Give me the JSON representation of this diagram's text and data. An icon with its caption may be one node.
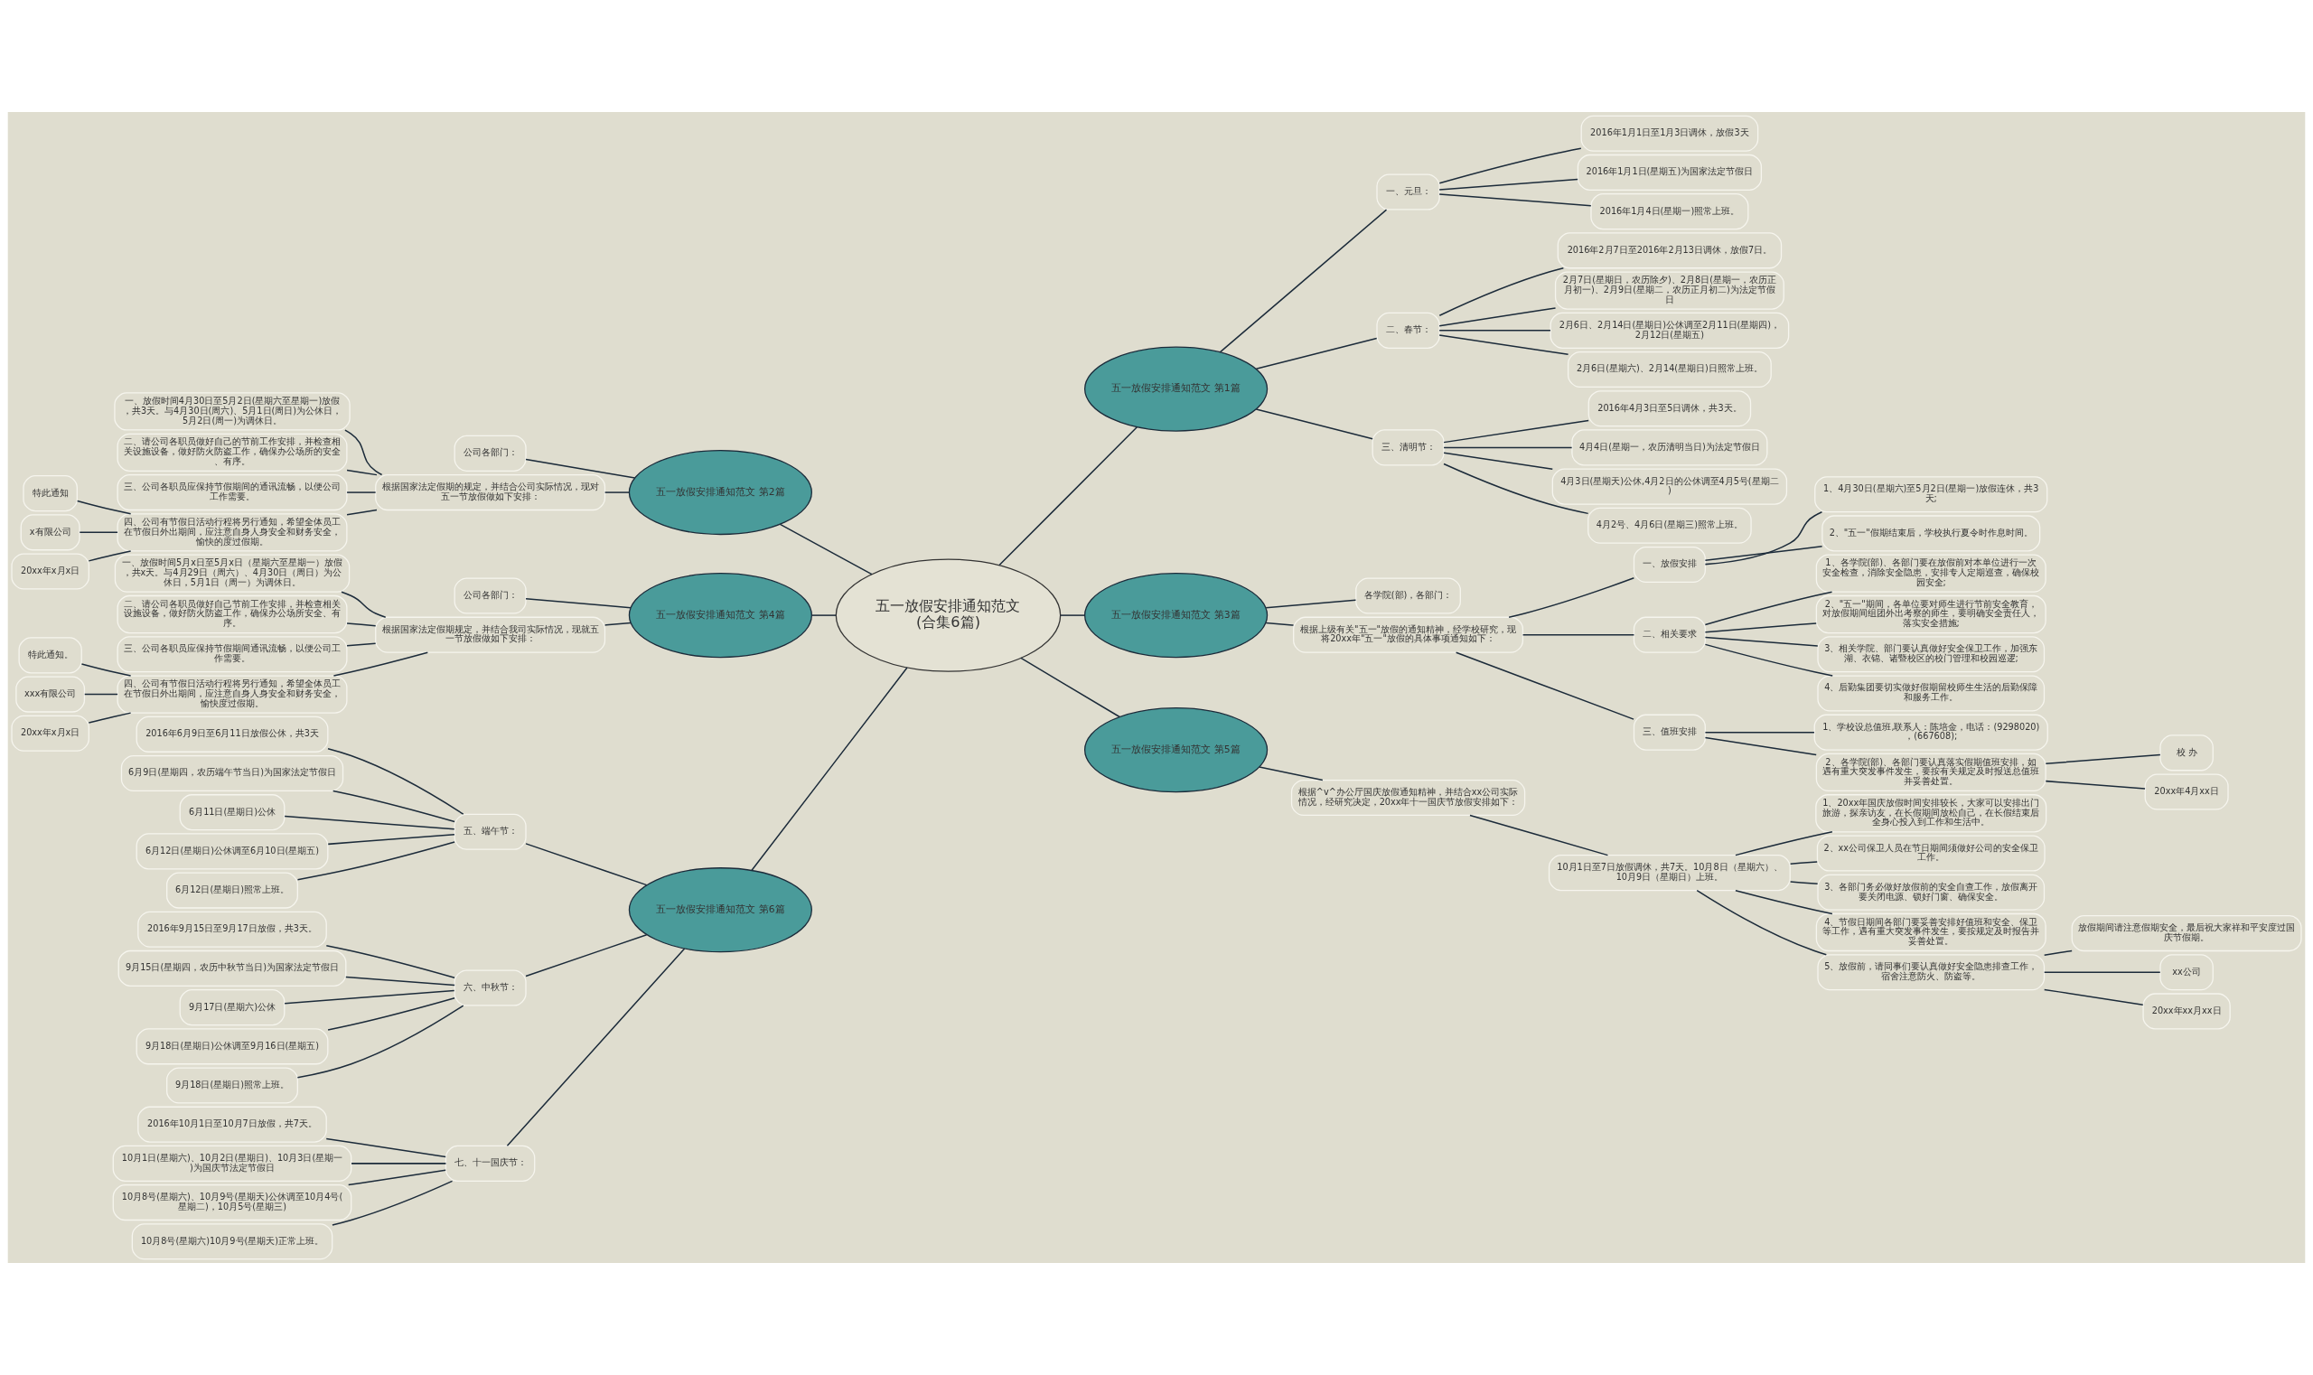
{
  "diagram": {
    "nodes": [
      {
        "text": [
          "五一放假安排通知范文(合集6篇)"
        ]
      },
      {
        "text": [
          "五一放假安排通知范文 第1篇"
        ]
      },
      {
        "text": [
          "一、元旦："
        ]
      },
      {
        "text": [
          "2016年1月1日至1月3日调休，放假3天"
        ]
      },
      {
        "text": [
          "2016年1月1日(星期五)为国家法定节假日"
        ]
      },
      {
        "text": [
          "2016年1月4日(星期一)照常上班。"
        ]
      },
      {
        "text": [
          "二、春节："
        ]
      },
      {
        "text": [
          "2016年2月7日至2016年2月13日调休，放假7日。"
        ]
      },
      {
        "text": [
          "2月7日(星期日，农历除夕)、2月8日(星期一，农历正月初一)、2月9日(星期二，农历正月初二)为法定节假日"
        ]
      },
      {
        "text": [
          "2月6日、2月14日(星期日)公休调至2月11日(星期四)，2月12日(星期五)"
        ]
      },
      {
        "text": [
          "2月6日(星期六)、2月14(星期日)日照常上班。"
        ]
      },
      {
        "text": [
          "三、清明节："
        ]
      },
      {
        "text": [
          "2016年4月3日至5日调休，共3天。"
        ]
      },
      {
        "text": [
          "4月4日(星期一，农历清明当日)为法定节假日"
        ]
      },
      {
        "text": [
          "4月3日(星期天)公休,4月2日的公休调至4月5号(星期二)"
        ]
      },
      {
        "text": [
          "4月2号、4月6日(星期三)照常上班。"
        ]
      },
      {
        "text": [
          "五一放假安排通知范文 第2篇"
        ]
      },
      {
        "text": [
          "公司各部门："
        ]
      },
      {
        "text": [
          "根据国家法定假期的规定，并结合公司实际情况，现对五一节放假做如下安排："
        ]
      },
      {
        "text": [
          "一、放假时间4月30日至5月2日(星期六至星期一)放假，共3天。与4月30日(周六)、5月1日(周日)为公休日，5月2日(周一)为调休日。"
        ]
      },
      {
        "text": [
          "二、请公司各职员做好自己的节前工作安排，并检查相关设施设备，做好防火防盗工作，确保办公场所的安全、有序。"
        ]
      },
      {
        "text": [
          "三、公司各职员应保持节假期间的通讯流畅，以便公司工作需要。"
        ]
      },
      {
        "text": [
          "四、公司有节假日活动行程将另行通知，希望全体员工在节假日外出期间，应注意自身人身安全和财务安全，愉快的度过假期。"
        ]
      },
      {
        "text": [
          "特此通知"
        ]
      },
      {
        "text": [
          "x有限公司"
        ]
      },
      {
        "text": [
          "20xx年x月x日"
        ]
      },
      {
        "text": [
          "五一放假安排通知范文 第3篇"
        ]
      },
      {
        "text": [
          "各学院(部)，各部门："
        ]
      },
      {
        "text": [
          "根据上级有关\"五一\"放假的通知精神，经学校研究，现将20xx年\"五一\"放假的具体事项通知如下："
        ]
      },
      {
        "text": [
          "一、放假安排"
        ]
      },
      {
        "text": [
          "1、4月30日(星期六)至5月2日(星期一)放假连休，共3天;"
        ]
      },
      {
        "text": [
          "2、\"五一\"假期结束后，学校执行夏令时作息时间。"
        ]
      },
      {
        "text": [
          "二、相关要求"
        ]
      },
      {
        "text": [
          "1、各学院(部)、各部门要在放假前对本单位进行一次安全检查，消除安全隐患，安排专人定期巡查，确保校园安全;"
        ]
      },
      {
        "text": [
          "2、\"五一\"期间，各单位要对师生进行节前安全教育，对放假期间组团外出考察的师生，要明确安全责任人，落实安全措施;"
        ]
      },
      {
        "text": [
          "3、相关学院、部门要认真做好安全保卫工作，加强东湖、衣锦、诸暨校区的校门管理和校园巡逻;"
        ]
      },
      {
        "text": [
          "4、后勤集团要切实做好假期留校师生生活的后勤保障和服务工作。"
        ]
      },
      {
        "text": [
          "三、值班安排"
        ]
      },
      {
        "text": [
          "1、学校设总值班,联系人：陈培金，电话：(9298020)，(667608);"
        ]
      },
      {
        "text": [
          "2、各学院(部)、各部门要认真落实假期值班安排，如遇有重大突发事件发生，要按有关规定及时报送总值班并妥善处置。"
        ]
      },
      {
        "text": [
          "校 办"
        ]
      },
      {
        "text": [
          "20xx年4月xx日"
        ]
      },
      {
        "text": [
          "五一放假安排通知范文 第4篇"
        ]
      },
      {
        "text": [
          "公司各部门："
        ]
      },
      {
        "text": [
          "根据国家法定假期规定，并结合我司实际情况，现就五一节放假做如下安排："
        ]
      },
      {
        "text": [
          "一、放假时间5月x日至5月x日（星期六至星期一）放假，共x天。与4月29日（周六）、4月30日（周日）为公休日，5月1日（周一）为调休日。"
        ]
      },
      {
        "text": [
          "二、请公司各职员做好自己节前工作安排，并检查相关设施设备，做好防火防盗工作，确保办公场所安全、有序。"
        ]
      },
      {
        "text": [
          "三、公司各职员应保持节假期间通讯流畅，以便公司工作需要。"
        ]
      },
      {
        "text": [
          "四、公司有节假日活动行程将另行通知，希望全体员工在节假日外出期间，应注意自身人身安全和财务安全，愉快度过假期。"
        ]
      },
      {
        "text": [
          "特此通知。"
        ]
      },
      {
        "text": [
          "xxx有限公司"
        ]
      },
      {
        "text": [
          "20xx年x月x日"
        ]
      },
      {
        "text": [
          "五一放假安排通知范文 第5篇"
        ]
      },
      {
        "text": [
          "根据^v^办公厅国庆放假通知精神，并结合xx公司实际情况，经研究决定，20xx年十一国庆节放假安排如下："
        ]
      },
      {
        "text": [
          "10月1日至7日放假调休，共7天。10月8日（星期六）、10月9日（星期日）上班。"
        ]
      },
      {
        "text": [
          "1、20xx年国庆放假时间安排较长，大家可以安排出门旅游，探亲访友，在长假期间放松自己，在长假结束后全身心投入到工作和生活中。"
        ]
      },
      {
        "text": [
          "2、xx公司保卫人员在节日期间须做好公司的安全保卫工作。"
        ]
      },
      {
        "text": [
          "3、各部门务必做好放假前的安全自查工作，放假离开要关闭电源、锁好门窗、确保安全。"
        ]
      },
      {
        "text": [
          "4、节假日期间各部门要妥善安排好值班和安全、保卫等工作，遇有重大突发事件发生，要按规定及时报告并妥善处置。"
        ]
      },
      {
        "text": [
          "5、放假前，请同事们要认真做好安全隐患排查工作，宿舍注意防火、防盗等。"
        ]
      },
      {
        "text": [
          "放假期间请注意假期安全，最后祝大家祥和平安度过国庆节假期。"
        ]
      },
      {
        "text": [
          "xx公司"
        ]
      },
      {
        "text": [
          "20xx年xx月xx日"
        ]
      },
      {
        "text": [
          "五一放假安排通知范文 第6篇"
        ]
      },
      {
        "text": [
          "五、端午节："
        ]
      },
      {
        "text": [
          "2016年6月9日至6月11日放假公休，共3天"
        ]
      },
      {
        "text": [
          "6月9日(星期四，农历端午节当日)为国家法定节假日"
        ]
      },
      {
        "text": [
          "6月11日(星期日)公休"
        ]
      },
      {
        "text": [
          "6月12日(星期日)公休调至6月10日(星期五)"
        ]
      },
      {
        "text": [
          "6月12日(星期日)照常上班。"
        ]
      },
      {
        "text": [
          "六、中秋节："
        ]
      },
      {
        "text": [
          "2016年9月15日至9月17日放假，共3天。"
        ]
      },
      {
        "text": [
          "9月15日(星期四，农历中秋节当日)为国家法定节假日"
        ]
      },
      {
        "text": [
          "9月17日(星期六)公休"
        ]
      },
      {
        "text": [
          "9月18日(星期日)公休调至9月16日(星期五)"
        ]
      },
      {
        "text": [
          "9月18日(星期日)照常上班。"
        ]
      },
      {
        "text": [
          "七、十一国庆节："
        ]
      },
      {
        "text": [
          "2016年10月1日至10月7日放假，共7天。"
        ]
      },
      {
        "text": [
          "10月1日(星期六)、10月2日(星期日)、10月3日(星期一)为国庆节法定节假日"
        ]
      },
      {
        "text": [
          "10月8号(星期六)、10月9号(星期天)公休调至10月4号(星期二)，10月5号(星期三)"
        ]
      },
      {
        "text": [
          "10月8号(星期六)10月9号(星期天)正常上班。"
        ]
      }
    ],
    "edges": [
      {
        "from": 0,
        "to": 1,
        "arrow": "none"
      },
      {
        "from": 1,
        "to": 2,
        "arrow": "none"
      },
      {
        "from": 2,
        "to": 3,
        "arrow": "none"
      },
      {
        "from": 2,
        "to": 4,
        "arrow": "none"
      },
      {
        "from": 2,
        "to": 5,
        "arrow": "none"
      },
      {
        "from": 1,
        "to": 6,
        "arrow": "none"
      },
      {
        "from": 6,
        "to": 7,
        "arrow": "none"
      },
      {
        "from": 6,
        "to": 8,
        "arrow": "none"
      },
      {
        "from": 6,
        "to": 9,
        "arrow": "none"
      },
      {
        "from": 6,
        "to": 10,
        "arrow": "none"
      },
      {
        "from": 1,
        "to": 11,
        "arrow": "none"
      },
      {
        "from": 11,
        "to": 12,
        "arrow": "none"
      },
      {
        "from": 11,
        "to": 13,
        "arrow": "none"
      },
      {
        "from": 11,
        "to": 14,
        "arrow": "none"
      },
      {
        "from": 11,
        "to": 15,
        "arrow": "none"
      },
      {
        "from": 0,
        "to": 16,
        "arrow": "none"
      },
      {
        "from": 16,
        "to": 17,
        "arrow": "none"
      },
      {
        "from": 16,
        "to": 18,
        "arrow": "none"
      },
      {
        "from": 18,
        "to": 19,
        "arrow": "none"
      },
      {
        "from": 18,
        "to": 20,
        "arrow": "none"
      },
      {
        "from": 18,
        "to": 21,
        "arrow": "none"
      },
      {
        "from": 18,
        "to": 22,
        "arrow": "none"
      },
      {
        "from": 22,
        "to": 23,
        "arrow": "none"
      },
      {
        "from": 22,
        "to": 24,
        "arrow": "none"
      },
      {
        "from": 22,
        "to": 25,
        "arrow": "none"
      },
      {
        "from": 0,
        "to": 26,
        "arrow": "none"
      },
      {
        "from": 26,
        "to": 27,
        "arrow": "none"
      },
      {
        "from": 26,
        "to": 28,
        "arrow": "none"
      },
      {
        "from": 28,
        "to": 29,
        "arrow": "none"
      },
      {
        "from": 29,
        "to": 30,
        "arrow": "none"
      },
      {
        "from": 29,
        "to": 31,
        "arrow": "none"
      },
      {
        "from": 28,
        "to": 32,
        "arrow": "none"
      },
      {
        "from": 32,
        "to": 33,
        "arrow": "none"
      },
      {
        "from": 32,
        "to": 34,
        "arrow": "none"
      },
      {
        "from": 32,
        "to": 35,
        "arrow": "none"
      },
      {
        "from": 32,
        "to": 36,
        "arrow": "none"
      },
      {
        "from": 28,
        "to": 37,
        "arrow": "none"
      },
      {
        "from": 37,
        "to": 38,
        "arrow": "none"
      },
      {
        "from": 37,
        "to": 39,
        "arrow": "none"
      },
      {
        "from": 39,
        "to": 40,
        "arrow": "none"
      },
      {
        "from": 39,
        "to": 41,
        "arrow": "none"
      },
      {
        "from": 0,
        "to": 42,
        "arrow": "none"
      },
      {
        "from": 42,
        "to": 43,
        "arrow": "none"
      },
      {
        "from": 42,
        "to": 44,
        "arrow": "none"
      },
      {
        "from": 44,
        "to": 45,
        "arrow": "none"
      },
      {
        "from": 44,
        "to": 46,
        "arrow": "none"
      },
      {
        "from": 44,
        "to": 47,
        "arrow": "none"
      },
      {
        "from": 44,
        "to": 48,
        "arrow": "none"
      },
      {
        "from": 48,
        "to": 49,
        "arrow": "none"
      },
      {
        "from": 48,
        "to": 50,
        "arrow": "none"
      },
      {
        "from": 48,
        "to": 51,
        "arrow": "none"
      },
      {
        "from": 0,
        "to": 52,
        "arrow": "none"
      },
      {
        "from": 52,
        "to": 53,
        "arrow": "none"
      },
      {
        "from": 53,
        "to": 54,
        "arrow": "none"
      },
      {
        "from": 54,
        "to": 55,
        "arrow": "none"
      },
      {
        "from": 54,
        "to": 56,
        "arrow": "none"
      },
      {
        "from": 54,
        "to": 57,
        "arrow": "none"
      },
      {
        "from": 54,
        "to": 58,
        "arrow": "none"
      },
      {
        "from": 54,
        "to": 59,
        "arrow": "none"
      },
      {
        "from": 59,
        "to": 60,
        "arrow": "none"
      },
      {
        "from": 59,
        "to": 61,
        "arrow": "none"
      },
      {
        "from": 59,
        "to": 62,
        "arrow": "none"
      },
      {
        "from": 0,
        "to": 63,
        "arrow": "none"
      },
      {
        "from": 63,
        "to": 64,
        "arrow": "none"
      },
      {
        "from": 64,
        "to": 65,
        "arrow": "none"
      },
      {
        "from": 64,
        "to": 66,
        "arrow": "none"
      },
      {
        "from": 64,
        "to": 67,
        "arrow": "none"
      },
      {
        "from": 64,
        "to": 68,
        "arrow": "none"
      },
      {
        "from": 64,
        "to": 69,
        "arrow": "none"
      },
      {
        "from": 63,
        "to": 70,
        "arrow": "none"
      },
      {
        "from": 70,
        "to": 71,
        "arrow": "none"
      },
      {
        "from": 70,
        "to": 72,
        "arrow": "none"
      },
      {
        "from": 70,
        "to": 73,
        "arrow": "none"
      },
      {
        "from": 70,
        "to": 74,
        "arrow": "none"
      },
      {
        "from": 70,
        "to": 75,
        "arrow": "none"
      },
      {
        "from": 63,
        "to": 76,
        "arrow": "none"
      },
      {
        "from": 76,
        "to": 77,
        "arrow": "none"
      },
      {
        "from": 76,
        "to": 78,
        "arrow": "none"
      },
      {
        "from": 76,
        "to": 79,
        "arrow": "none"
      },
      {
        "from": 76,
        "to": 80,
        "arrow": "none"
      }
    ]
  }
}
